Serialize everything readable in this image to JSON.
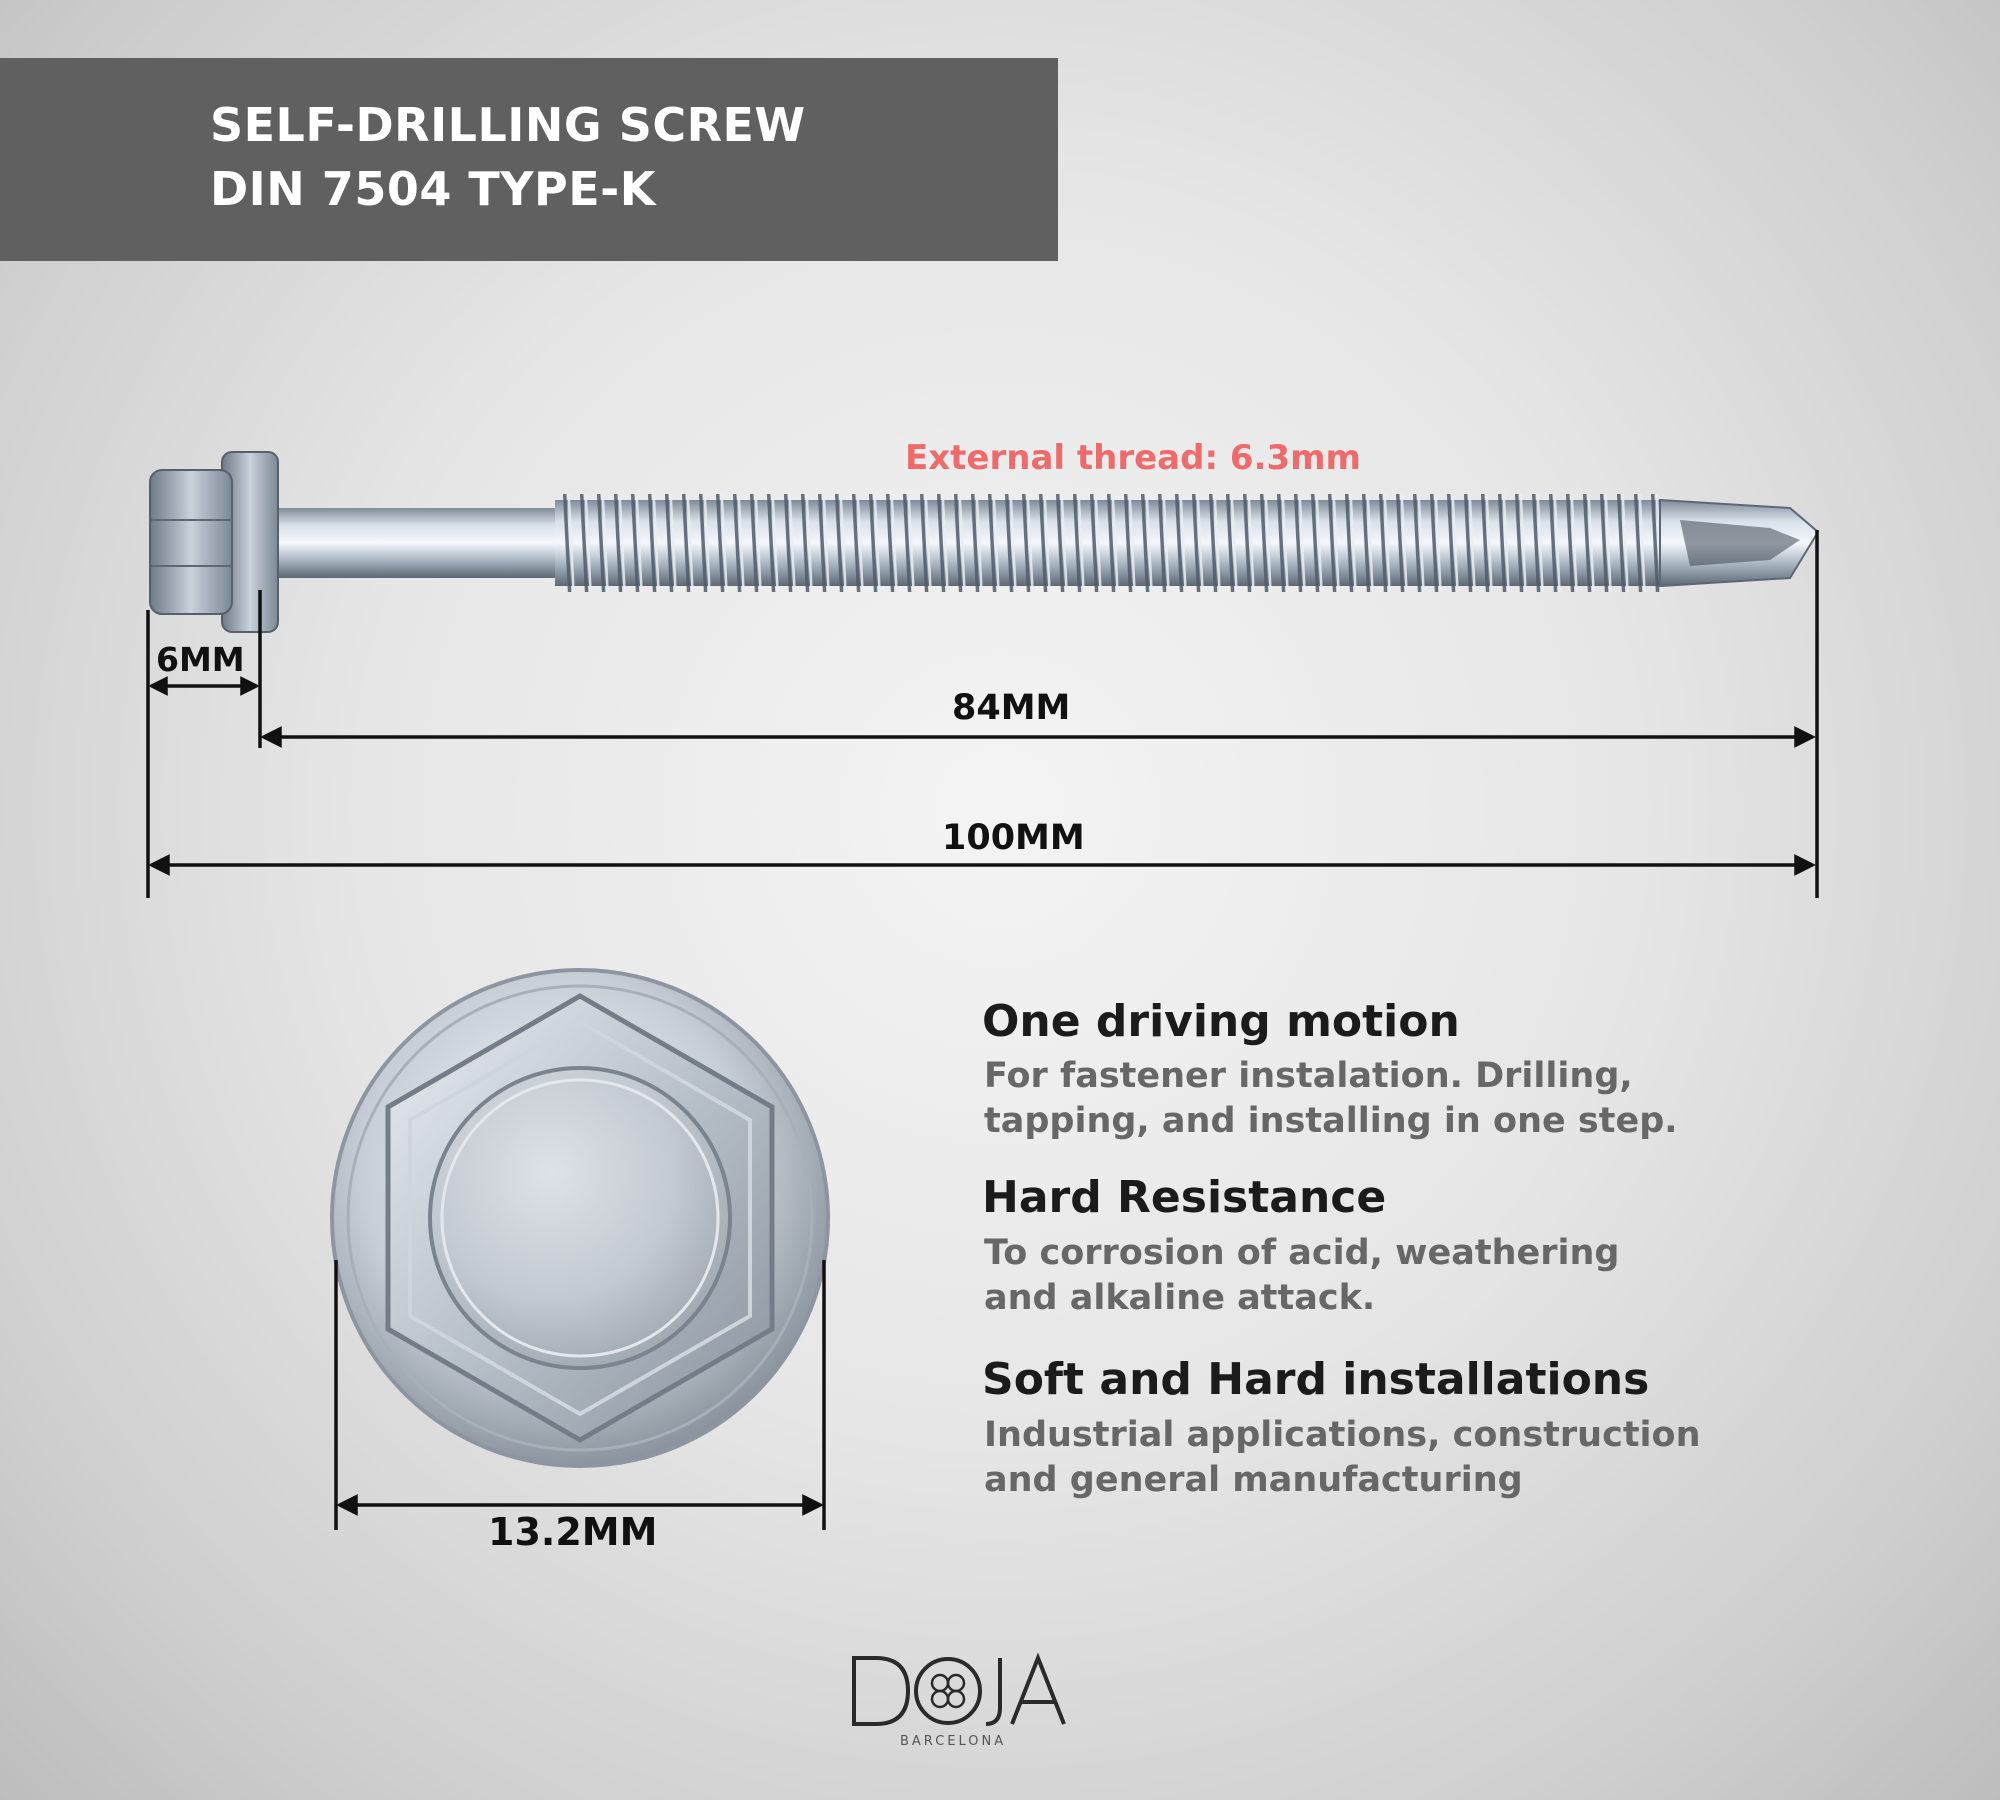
{
  "header": {
    "title_line1": "SELF-DRILLING SCREW",
    "title_line2": "DIN 7504 TYPE-K"
  },
  "screw_diagram": {
    "thread_label": "External thread: 6.3mm",
    "head_height_label": "6MM",
    "thread_length_label": "84MM",
    "total_length_label": "100MM",
    "head_diameter_label": "13.2MM"
  },
  "features": [
    {
      "title": "One driving motion",
      "desc_line1": "For fastener instalation. Drilling,",
      "desc_line2": "tapping, and installing in one step."
    },
    {
      "title": "Hard Resistance",
      "desc_line1": "To corrosion of acid, weathering",
      "desc_line2": "and alkaline attack."
    },
    {
      "title": "Soft and Hard installations",
      "desc_line1": "Industrial applications, construction",
      "desc_line2": "and general manufacturing"
    }
  ],
  "logo": {
    "subtitle": "BARCELONA"
  },
  "colors": {
    "banner": "#606060",
    "thread_label": "#ee6b6b",
    "dimension_lines": "#111111",
    "feature_title": "#1b1b1b",
    "feature_desc": "#676767"
  }
}
